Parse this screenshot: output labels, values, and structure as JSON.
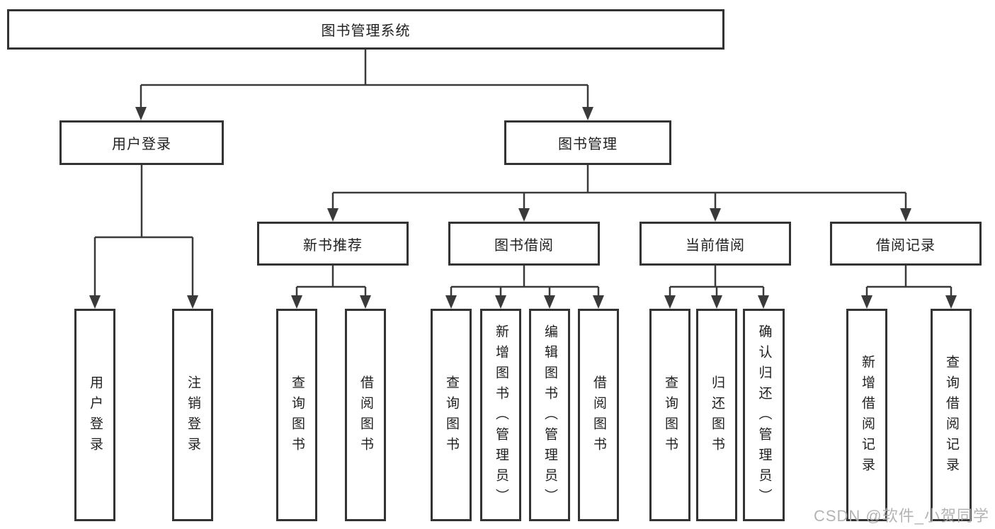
{
  "watermark": "CSDN @软件_小贺同学",
  "colors": {
    "line": "#3a3a3a",
    "box_border": "#333333",
    "text": "#212121",
    "background": "#ffffff",
    "watermark": "#aeaeae"
  },
  "tree": {
    "label": "图书管理系统",
    "children": [
      {
        "label": "用户登录",
        "children": [
          {
            "label": "用户登录"
          },
          {
            "label": "注销登录"
          }
        ]
      },
      {
        "label": "图书管理",
        "children": [
          {
            "label": "新书推荐",
            "children": [
              {
                "label": "查询图书"
              },
              {
                "label": "借阅图书"
              }
            ]
          },
          {
            "label": "图书借阅",
            "children": [
              {
                "label": "查询图书"
              },
              {
                "label": "新增图书（管理员）"
              },
              {
                "label": "编辑图书（管理员）"
              },
              {
                "label": "借阅图书"
              }
            ]
          },
          {
            "label": "当前借阅",
            "children": [
              {
                "label": "查询图书"
              },
              {
                "label": "归还图书"
              },
              {
                "label": "确认归还（管理员）"
              }
            ]
          },
          {
            "label": "借阅记录",
            "children": [
              {
                "label": "新增借阅记录"
              },
              {
                "label": "查询借阅记录"
              }
            ]
          }
        ]
      }
    ]
  }
}
